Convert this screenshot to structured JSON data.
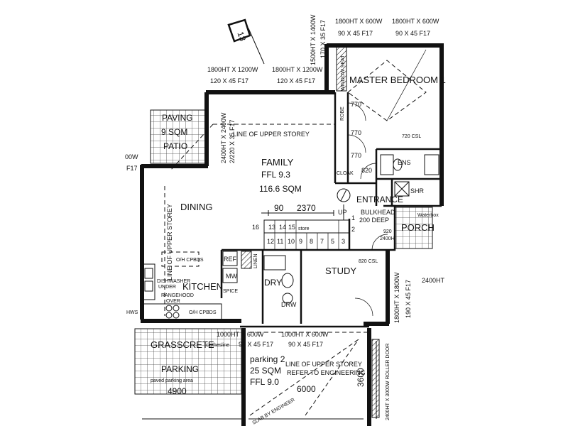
{
  "rooms": {
    "master_bedroom": "MASTER BEDROOM 1",
    "family": "FAMILY",
    "family_ffl": "FFL 9.3",
    "family_area": "116.6 SQM",
    "dining": "DINING",
    "kitchen": "KITCHEN",
    "study": "STUDY",
    "entrance": "ENTRANCE",
    "porch": "PORCH",
    "cloak": "CLOAK",
    "robe": "ROBE",
    "ens": "ENS",
    "shr": "SHR",
    "window_seat": "WINDOW SEAT",
    "ref": "REF",
    "mw": "MW",
    "spice": "SPICE",
    "dry": "DRY",
    "drw": "DRW",
    "linen": "LINEN",
    "store": "store",
    "hws": "HWS",
    "csl_ens": "720 CSL",
    "csl_study": "820 CSL"
  },
  "outdoor": {
    "paving": "PAVING",
    "paving_area": "9 SQM",
    "patio": "PATIO",
    "grasscrete": "GRASSCRETE",
    "clothesline": "clothesline",
    "parking_label": "PARKING",
    "parking_sub": "paved parking area",
    "parking_width": "4900",
    "garage": "parking 2",
    "garage_area": "25 SQM",
    "garage_ffl": "FFL 9.0",
    "garage_width": "6000",
    "garage_depth": "3600",
    "slab": "SLAB BY ENGINEER",
    "roller_door": "2400HT X 3000W ROLLER DOOR",
    "waterbox": "Waterbox"
  },
  "annotations": {
    "upper_storey_family": "LINE OF UPPER STOREY",
    "upper_storey_dining": "LINE OF UPPER STOREY",
    "upper_storey_garage_1": "LINE OF UPPER STOREY",
    "upper_storey_garage_2": "REFER TO ENGINEERING",
    "bulkhead_1": "BULKHEAD",
    "bulkhead_2": "200 DEEP",
    "up": "UP",
    "dim_90": "90",
    "dim_2370": "2370",
    "north_mark": "13",
    "oh_cpbds_1": "O/H CPBDS",
    "oh_cpbds_2": "O/H CPBDS",
    "dishwasher_1": "DISHWASHER",
    "dishwasher_2": "UNDER",
    "rangehood_1": "RANGEHOOD",
    "rangehood_2": "OVER"
  },
  "stairs": {
    "top_row": [
      "16",
      "13",
      "14",
      "15"
    ],
    "bottom_row": [
      "12",
      "11",
      "10",
      "9",
      "8",
      "7",
      "5",
      "3"
    ],
    "side": [
      "1",
      "2"
    ]
  },
  "doors": {
    "robe_770_1": "770",
    "robe_770_2": "770",
    "robe_770_3": "770",
    "cloak_820": "820",
    "porch_920": "920",
    "porch_2400h": "2400H"
  },
  "windows": {
    "top_right_1": {
      "size": "1800HT X 600W",
      "lintel": "90 X 45 F17"
    },
    "top_right_2": {
      "size": "1800HT X 600W",
      "lintel": "90 X 45 F17"
    },
    "seat_window": {
      "size": "1500HT X 1400W",
      "lintel": "170 X 35 F17"
    },
    "family_left": {
      "size": "1800HT X 1200W",
      "lintel": "120 X 45 F17"
    },
    "family_right": {
      "size": "1800HT X 1200W",
      "lintel": "120 X 45 F17"
    },
    "family_side": {
      "size": "2400HT X 2400W",
      "lintel": "2/220 X 35 F17"
    },
    "dining_left": {
      "size": "00W",
      "lintel": "F17"
    },
    "garage_left": {
      "size": "1000HT X 600W",
      "lintel": "90 X 45 F17"
    },
    "garage_right": {
      "size": "1000HT X 600W",
      "lintel": "90 X 45 F17"
    },
    "study_side": {
      "size": "1800HT X 1800W",
      "lintel": "190 X 45 F17"
    },
    "porch_side": {
      "size": "2400HT"
    }
  }
}
